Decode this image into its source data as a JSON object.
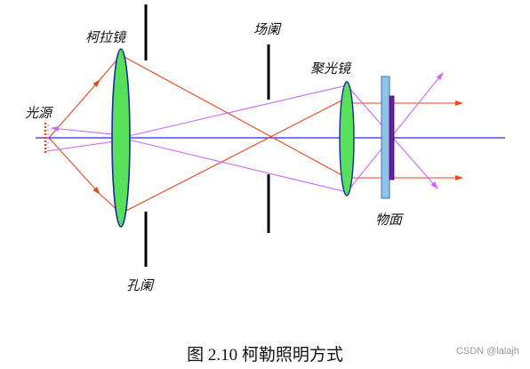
{
  "labels": {
    "light_source": "光源",
    "kohler_lens": "柯拉镜",
    "aperture_stop": "孔阑",
    "field_stop": "场阑",
    "condenser": "聚光镜",
    "object_plane": "物面"
  },
  "caption": "图 2.10 柯勒照明方式",
  "watermark": "CSDN @lalajh",
  "colors": {
    "axis": "#2a2ad6",
    "red_ray": "#e8461e",
    "violet_ray": "#cc66ff",
    "lens_fill": "#57e05a",
    "lens_edge": "#1a2aa0",
    "stop": "#000000",
    "slide": "#8fc4e8",
    "slide_edge": "#3d6fb5",
    "specimen": "#6a1fa0",
    "source": "#e8461e"
  }
}
